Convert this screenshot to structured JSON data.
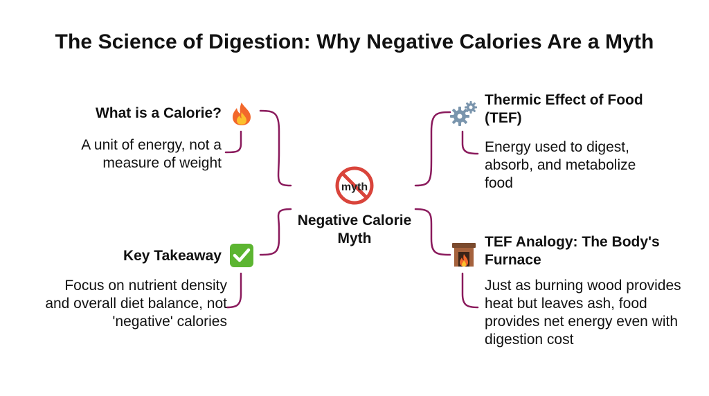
{
  "title": "The Science of Digestion: Why Negative Calories Are a Myth",
  "center": {
    "icon_label": "myth",
    "label_line1": "Negative Calorie",
    "label_line2": "Myth",
    "icon": "prohibited-myth-icon"
  },
  "branches": {
    "calorie": {
      "heading": "What is a Calorie?",
      "icon": "fire-icon",
      "lines": [
        "A unit of energy, not a",
        "measure of weight"
      ]
    },
    "takeaway": {
      "heading": "Key Takeaway",
      "icon": "check-mark-icon",
      "lines": [
        "Focus on nutrient density",
        "and overall diet balance, not",
        "'negative' calories"
      ]
    },
    "tef": {
      "heading_line1": "Thermic Effect of Food",
      "heading_line2": "(TEF)",
      "icon": "gears-icon",
      "lines": [
        "Energy used to digest,",
        "absorb, and metabolize",
        "food"
      ]
    },
    "analogy": {
      "heading_line1": "TEF Analogy: The Body's",
      "heading_line2": "Furnace",
      "icon": "fireplace-icon",
      "lines": [
        "Just as burning wood provides",
        "heat but leaves ash, food",
        "provides net energy even with",
        "digestion cost"
      ]
    }
  },
  "colors": {
    "connector": "#8a1a5c",
    "prohibited": "#d9443b",
    "check_bg": "#5cb531",
    "fire_outer": "#f2682b",
    "fire_inner": "#fbc02d",
    "gear": "#7a95ad"
  }
}
